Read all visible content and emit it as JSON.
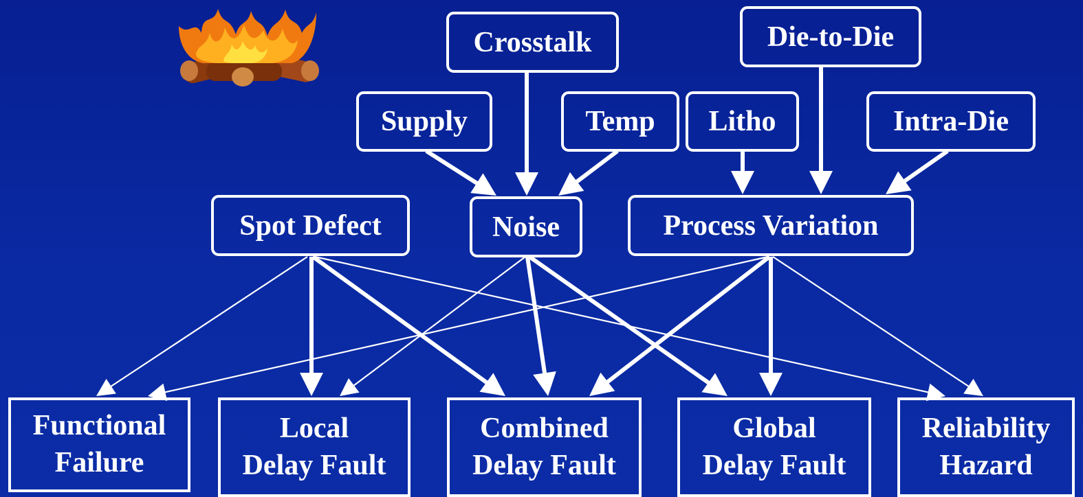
{
  "colors": {
    "background": "#0a28a0",
    "stroke": "#ffffff",
    "text": "#ffffff"
  },
  "illustration": {
    "icon": "campfire-icon"
  },
  "nodes": {
    "crosstalk": "Crosstalk",
    "die_to_die": "Die-to-Die",
    "supply": "Supply",
    "temp": "Temp",
    "litho": "Litho",
    "intra_die": "Intra-Die",
    "spot_defect": "Spot Defect",
    "noise": "Noise",
    "process_variation": "Process Variation",
    "functional_failure": [
      "Functional",
      "Failure"
    ],
    "local_delay_fault": [
      "Local",
      "Delay Fault"
    ],
    "combined_delay_fault": [
      "Combined",
      "Delay Fault"
    ],
    "global_delay_fault": [
      "Global",
      "Delay Fault"
    ],
    "reliability_hazard": [
      "Reliability",
      "Hazard"
    ]
  },
  "edges": [
    {
      "from": "supply",
      "to": "noise",
      "weight": "thick"
    },
    {
      "from": "crosstalk",
      "to": "noise",
      "weight": "thick"
    },
    {
      "from": "temp",
      "to": "noise",
      "weight": "thick"
    },
    {
      "from": "litho",
      "to": "process_variation",
      "weight": "thick"
    },
    {
      "from": "die_to_die",
      "to": "process_variation",
      "weight": "thick"
    },
    {
      "from": "intra_die",
      "to": "process_variation",
      "weight": "thick"
    },
    {
      "from": "spot_defect",
      "to": "functional_failure",
      "weight": "thin"
    },
    {
      "from": "spot_defect",
      "to": "local_delay_fault",
      "weight": "thick"
    },
    {
      "from": "spot_defect",
      "to": "combined_delay_fault",
      "weight": "thick"
    },
    {
      "from": "spot_defect",
      "to": "reliability_hazard",
      "weight": "thin"
    },
    {
      "from": "noise",
      "to": "local_delay_fault",
      "weight": "thin"
    },
    {
      "from": "noise",
      "to": "combined_delay_fault",
      "weight": "thick"
    },
    {
      "from": "noise",
      "to": "global_delay_fault",
      "weight": "thick"
    },
    {
      "from": "process_variation",
      "to": "functional_failure",
      "weight": "thin"
    },
    {
      "from": "process_variation",
      "to": "combined_delay_fault",
      "weight": "thick"
    },
    {
      "from": "process_variation",
      "to": "global_delay_fault",
      "weight": "thick"
    },
    {
      "from": "process_variation",
      "to": "reliability_hazard",
      "weight": "thin"
    }
  ]
}
